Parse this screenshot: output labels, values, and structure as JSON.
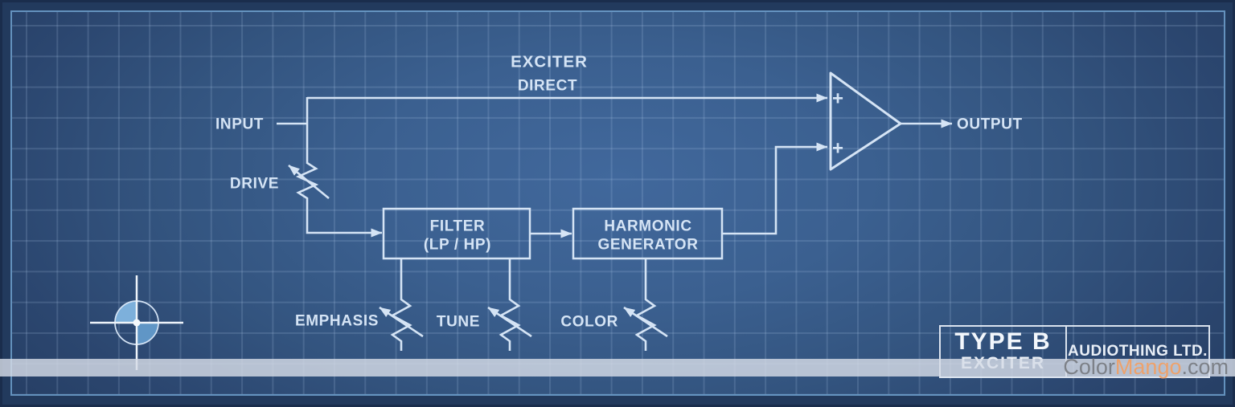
{
  "diagram": {
    "title": "EXCITER",
    "direct_label": "DIRECT",
    "input_label": "INPUT",
    "drive_label": "DRIVE",
    "output_label": "OUTPUT",
    "emphasis_label": "EMPHASIS",
    "tune_label": "TUNE",
    "color_label": "COLOR",
    "filter_box": {
      "line1": "FILTER",
      "line2": "(LP / HP)"
    },
    "harmonic_box": {
      "line1": "HARMONIC",
      "line2": "GENERATOR"
    },
    "summing": {
      "input1": "+",
      "input2": "+"
    }
  },
  "title_block": {
    "model": "TYPE B",
    "variant": "EXCITER",
    "company": "AUDIOTHING LTD."
  },
  "watermark": {
    "gray1": "Color",
    "orange": "Mango",
    "gray2": ".com"
  },
  "colors": {
    "background_center": "#3e6496",
    "background_edge": "#273f63",
    "ink": "#d5e4f5",
    "crosshair": "#eef4fa",
    "frame_line": "#5d8fb9",
    "registration_light": "#7db0db",
    "registration_dark": "#6096c6",
    "registration_dot": "#f5f9fc",
    "watermark_bar": "#d6dce6",
    "watermark_text": "#7d8188",
    "watermark_accent": "#eda26c"
  }
}
